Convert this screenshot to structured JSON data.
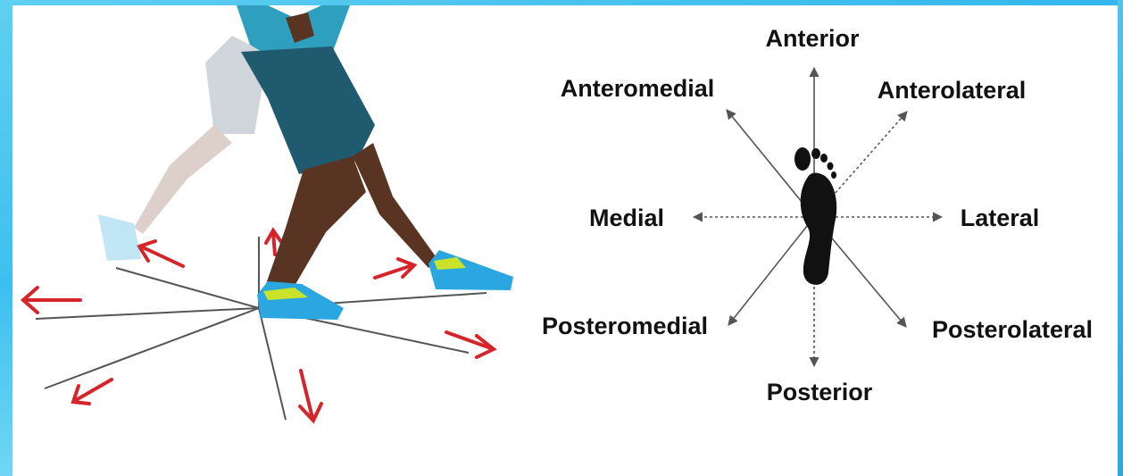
{
  "directions": {
    "anterior": "Anterior",
    "anterolateral": "Anterolateral",
    "anteromedial": "Anteromedial",
    "medial": "Medial",
    "lateral": "Lateral",
    "posteromedial": "Posteromedial",
    "posterolateral": "Posterolateral",
    "posterior": "Posterior"
  },
  "colors": {
    "frame": "#3cc0ef",
    "arrow_red": "#d6242a",
    "shorts": "#1f5a6e",
    "shirt": "#2f9fbf",
    "skin": "#5a3422",
    "shoe": "#2aa7e0",
    "shoe_accent": "#c8e32a"
  },
  "icons": [
    "runner-illustration",
    "footprint-icon"
  ]
}
